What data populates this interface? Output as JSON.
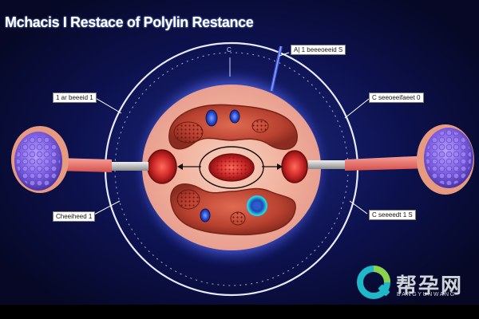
{
  "title": "Mchacis I Restace of Polylin Restance",
  "labels": {
    "top_small": "C",
    "top_right": "A| 1 beeeoeeid S",
    "left_upper": "1 ar beeeid 1",
    "right_upper": "C seeoeeifaeet 0",
    "left_lower": "Cheeiheed 1",
    "right_lower": "C seeeedt 1 S"
  },
  "watermark": {
    "brand": "帮孕网",
    "sub": "BANGYUNWANG"
  },
  "colors": {
    "background": "#0b0f3a",
    "glow": "#3b4fd6",
    "tissue": "#f2b9a3",
    "cell": "#b23a2a",
    "vesicle": "#2d4fcf",
    "node": "#7a5ad8",
    "connector": "#e8706a"
  }
}
